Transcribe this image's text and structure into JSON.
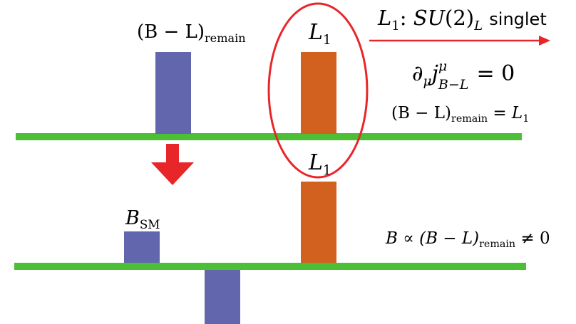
{
  "colors": {
    "blue_bar": "#6266ad",
    "orange_bar": "#d2601f",
    "baseline": "#4cbf36",
    "highlight": "#e8262a"
  },
  "top_panel": {
    "bl_remain": {
      "base": "(B − L)",
      "sub": "remain"
    },
    "l1": {
      "base": "L",
      "sub": "1"
    }
  },
  "arrow_note": {
    "l1": {
      "base": "L",
      "sub": "1"
    },
    "colon": ":",
    "group": {
      "base": "SU",
      "paren": "(2)",
      "sub": "L"
    },
    "word": "singlet"
  },
  "equations": {
    "conservation": {
      "d": "∂",
      "d_sub": "μ",
      "j": "j",
      "j_sup": "μ",
      "j_sub": "B−L",
      "rhs": "= 0"
    },
    "equality": {
      "lhs": "(B − L)",
      "lhs_sub": "remain",
      "eq": "=",
      "rhs": "L",
      "rhs_sub": "1"
    }
  },
  "bottom_panel": {
    "bsm": {
      "base": "B",
      "sub": "SM"
    },
    "l1": {
      "base": "L",
      "sub": "1"
    },
    "relation": {
      "lhs": "B ∝ (B − L)",
      "sub": "remain",
      "rhs": "≠ 0"
    }
  }
}
